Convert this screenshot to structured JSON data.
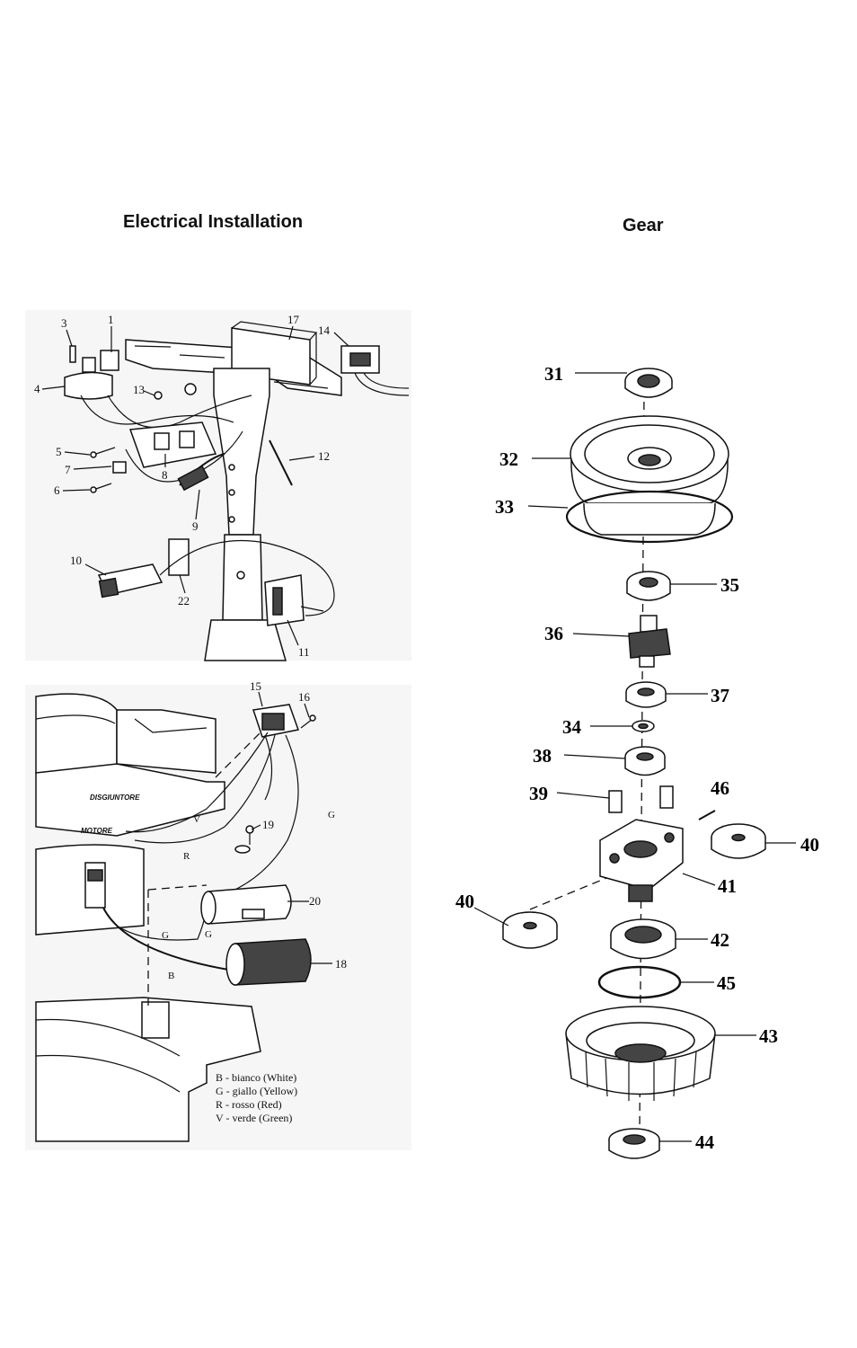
{
  "headings": {
    "left": "Electrical Installation",
    "right": "Gear"
  },
  "electrical": {
    "callouts": [
      "1",
      "3",
      "4",
      "5",
      "6",
      "7",
      "8",
      "9",
      "10",
      "11",
      "12",
      "13",
      "14",
      "17",
      "22",
      "15",
      "16",
      "18",
      "19",
      "20"
    ],
    "wire_labels": [
      "V",
      "R",
      "G",
      "G",
      "G",
      "B"
    ],
    "part_text": [
      "DISGIUNTORE",
      "MOTORE"
    ],
    "legend": [
      "B - bianco (White)",
      "G - giallo (Yellow)",
      "R - rosso (Red)",
      "V - verde (Green)"
    ]
  },
  "gear": {
    "callouts": [
      "31",
      "32",
      "33",
      "35",
      "36",
      "37",
      "34",
      "38",
      "39",
      "46",
      "40",
      "41",
      "40",
      "42",
      "45",
      "43",
      "44"
    ]
  }
}
